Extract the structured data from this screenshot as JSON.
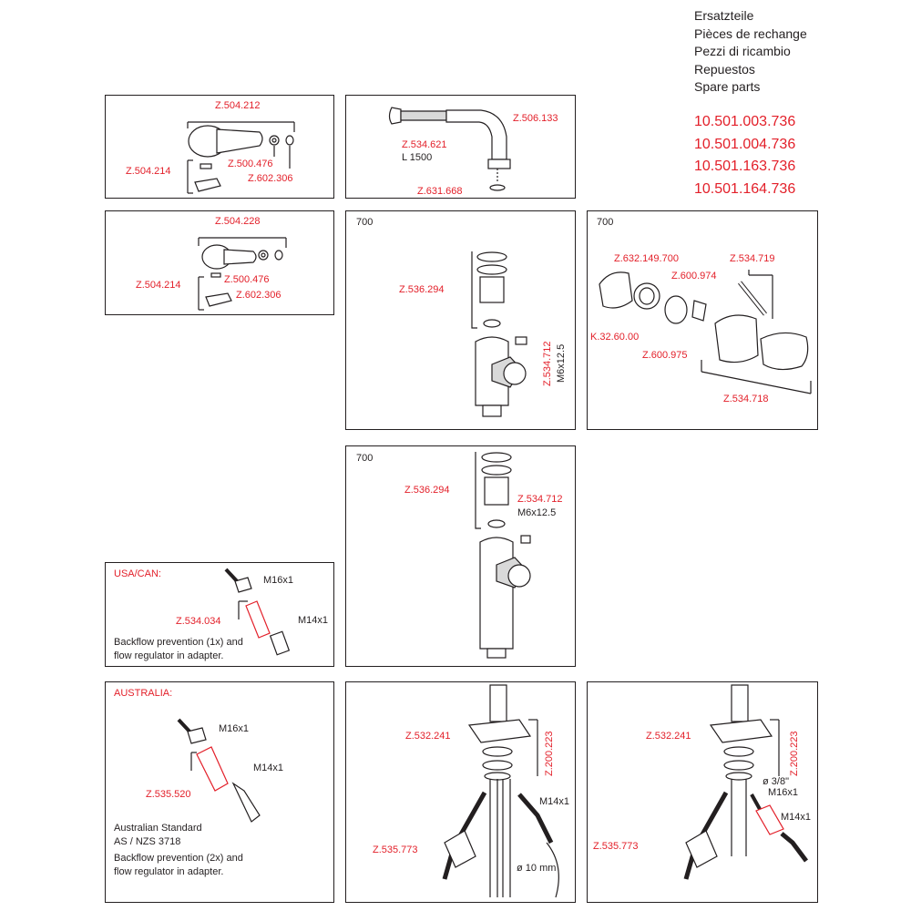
{
  "header": {
    "titles": [
      "Ersatzteile",
      "Pièces de rechange",
      "Pezzi di ricambio",
      "Repuestos",
      "Spare parts"
    ],
    "articles": [
      "10.501.003.736",
      "10.501.004.736",
      "10.501.163.736",
      "10.501.164.736"
    ]
  },
  "colors": {
    "accent": "#e3202a",
    "line": "#231f20",
    "part_fill": "#ffffff",
    "shade": "#bfbfbf"
  },
  "panels": {
    "p1": {
      "a": "Z.504.212",
      "b": "Z.504.214",
      "c": "Z.500.476",
      "d": "Z.602.306"
    },
    "p2": {
      "a": "Z.506.133",
      "b": "Z.534.621",
      "c": "L 1500",
      "d": "Z.631.668"
    },
    "p3": {
      "a": "Z.504.228",
      "b": "Z.504.214",
      "c": "Z.500.476",
      "d": "Z.602.306"
    },
    "p4": {
      "num": "700",
      "a": "Z.536.294",
      "b": "Z.534.712",
      "c": "M6x12.5"
    },
    "p5": {
      "num": "700",
      "a": "Z.632.149.700",
      "b": "Z.600.974",
      "c": "Z.534.719",
      "d": "K.32.60.00",
      "e": "Z.600.975",
      "f": "Z.534.718"
    },
    "p6": {
      "num": "700",
      "a": "Z.536.294",
      "b": "Z.534.712",
      "c": "M6x12.5"
    },
    "p7": {
      "region": "USA/CAN:",
      "a": "M16x1",
      "b": "Z.534.034",
      "c": "M14x1",
      "note1": "Backflow prevention (1x) and",
      "note2": "flow regulator in adapter."
    },
    "p8": {
      "region": "AUSTRALIA:",
      "a": "M16x1",
      "b": "M14x1",
      "c": "Z.535.520",
      "std1": "Australian Standard",
      "std2": "AS / NZS 3718",
      "note1": "Backflow prevention (2x) and",
      "note2": "flow regulator in adapter."
    },
    "p9": {
      "a": "Z.532.241",
      "b": "Z.200.223",
      "c": "M14x1",
      "d": "Z.535.773",
      "e": "ø 10 mm"
    },
    "p10": {
      "a": "Z.532.241",
      "b": "Z.200.223",
      "c": "ø 3/8\"",
      "d": "M16x1",
      "e": "M14x1",
      "f": "Z.535.773"
    }
  }
}
